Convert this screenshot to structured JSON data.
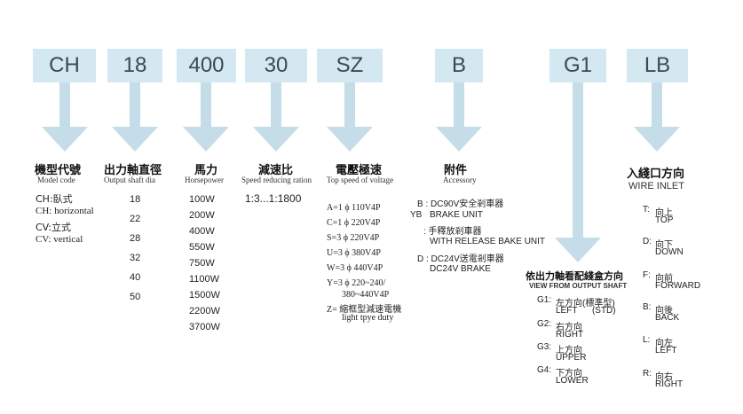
{
  "codes": [
    "CH",
    "18",
    "400",
    "30",
    "SZ",
    "B",
    "G1",
    "LB"
  ],
  "motor_type": {
    "title": "機型代號",
    "subtitle": "Model code",
    "items": [
      "CH:臥式",
      "CH: horizontal",
      "CV:立式",
      "CV: vertical"
    ]
  },
  "shaft_dia": {
    "title": "出力軸直徑",
    "subtitle": "Output shaft dia",
    "values": [
      "18",
      "22",
      "28",
      "32",
      "40",
      "50"
    ]
  },
  "horsepower": {
    "title": "馬力",
    "subtitle": "Horsepower",
    "values": [
      "100W",
      "200W",
      "400W",
      "550W",
      "750W",
      "1100W",
      "1500W",
      "2200W",
      "3700W"
    ]
  },
  "ratio": {
    "title": "減速比",
    "subtitle": "Speed reducing ration",
    "value": "1:3...1:1800"
  },
  "voltage": {
    "title": "電壓極速",
    "subtitle": "Top speed of voltage",
    "items": [
      "A=1 ϕ 110V4P",
      "C=1 ϕ 220V4P",
      "S=3 ϕ 220V4P",
      "U=3 ϕ 380V4P",
      "W=3 ϕ 440V4P",
      "Y=3 ϕ 220~240/",
      "380~440V4P",
      "Z= 縮框型減速電機",
      "light tpye duty"
    ]
  },
  "accessory": {
    "title": "附件",
    "subtitle": "Accessory",
    "items": [
      "B : DC90V安全剎車器",
      "YB",
      "BRAKE UNIT",
      ": 手釋放剎車器",
      "WITH RELEASE BAKE UNIT",
      "D : DC24V送電剎車器",
      "DC24V BRAKE"
    ]
  },
  "view_shaft": {
    "title": "依出力軸看配綫盒方向",
    "subtitle": "VIEW FROM OUTPUT SHAFT",
    "items": [
      {
        "code": "G1:",
        "cn": "左方向(標準型)",
        "en": "LEFT      (STD)"
      },
      {
        "code": "G2:",
        "cn": "右方向",
        "en": "RIGHT"
      },
      {
        "code": "G3:",
        "cn": "上方向",
        "en": "UPPER"
      },
      {
        "code": "G4:",
        "cn": "下方向",
        "en": "LOWER"
      }
    ]
  },
  "wire_inlet": {
    "title": "入綫口方向",
    "subtitle": "WIRE INLET",
    "items": [
      {
        "code": "T:",
        "cn": "向上",
        "en": "TOP"
      },
      {
        "code": "D:",
        "cn": "向下",
        "en": "DOWN"
      },
      {
        "code": "F:",
        "cn": "向前",
        "en": "FORWARD"
      },
      {
        "code": "B:",
        "cn": "向後",
        "en": "BACK"
      },
      {
        "code": "L:",
        "cn": "向左",
        "en": "LEFT"
      },
      {
        "code": "R:",
        "cn": "向右",
        "en": "RIGHT"
      }
    ]
  },
  "colors": {
    "box": "#d3e8f0",
    "arrow": "#c4dde8",
    "box_text": "#3a4a52"
  }
}
